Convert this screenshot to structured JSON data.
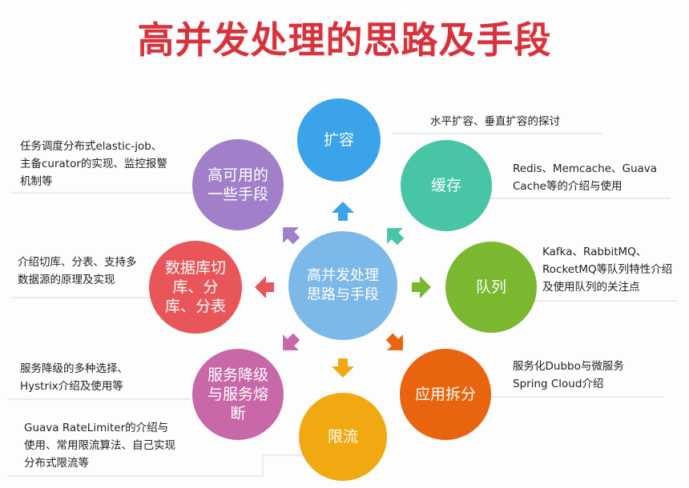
{
  "title": "高并发处理的思路及手段",
  "center": {
    "label": "高并发处理思路与手段",
    "color": "#7db9e8"
  },
  "nodes": [
    {
      "id": "scale",
      "label": "扩容",
      "color": "#3aa3e9",
      "description": "水平扩容、垂直扩容的探讨"
    },
    {
      "id": "cache",
      "label": "缓存",
      "color": "#47c5a6",
      "description": "Redis、Memcache、Guava Cache等的介绍与使用"
    },
    {
      "id": "queue",
      "label": "队列",
      "color": "#79b82f",
      "description": "Kafka、RabbitMQ、RocketMQ等队列特性介绍及使用队列的关注点"
    },
    {
      "id": "split",
      "label": "应用拆分",
      "color": "#e8640f",
      "description": "服务化Dubbo与微服务Spring Cloud介绍"
    },
    {
      "id": "limit",
      "label": "限流",
      "color": "#f1a912",
      "description": "Guava RateLimiter的介绍与使用、常用限流算法、自己实现分布式限流等"
    },
    {
      "id": "degrade",
      "label": "服务降级与服务熔断",
      "color": "#c868a8",
      "description": "服务降级的多种选择、Hystrix介绍及使用等"
    },
    {
      "id": "db",
      "label": "数据库切库、分库、分表",
      "color": "#e8565a",
      "description": "介绍切库、分表、支持多数据源的原理及实现"
    },
    {
      "id": "ha",
      "label": "高可用的一些手段",
      "color": "#a17fc9",
      "description": "任务调度分布式elastic-job、主备curator的实现、监控报警机制等"
    }
  ]
}
